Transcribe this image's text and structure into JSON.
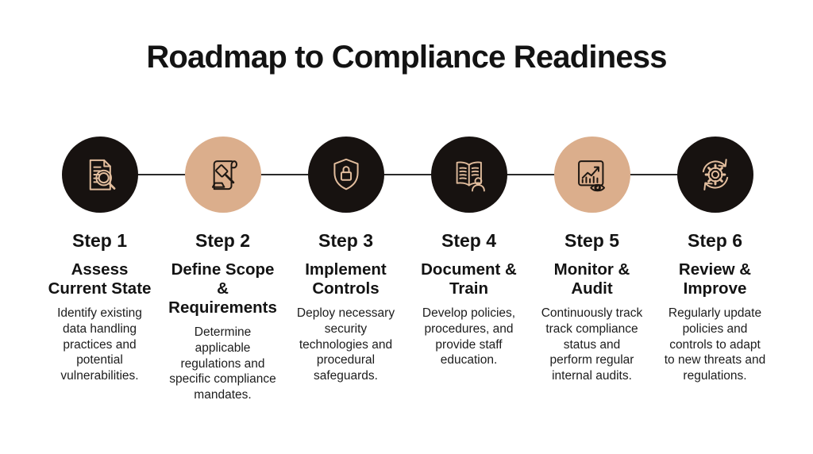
{
  "title": "Roadmap to Compliance Readiness",
  "colors": {
    "background": "#ffffff",
    "circle_dark": "#171210",
    "circle_tan": "#dbae8c",
    "icon_on_dark": "#e2bd9d",
    "icon_on_tan": "#1d1712",
    "text": "#131313",
    "connector": "#2a2a2a"
  },
  "steps": [
    {
      "label": "Step 1",
      "title": "Assess\nCurrent State",
      "description": "Identify existing\ndata handling\npractices and\npotential\nvulnerabilities.",
      "circle_style": "black",
      "icon": "document-search-icon"
    },
    {
      "label": "Step 2",
      "title": "Define Scope\n&\nRequirements",
      "description": "Determine\napplicable\nregulations and\nspecific compliance\nmandates.",
      "circle_style": "tan",
      "icon": "gavel-scroll-icon"
    },
    {
      "label": "Step 3",
      "title": "Implement\nControls",
      "description": "Deploy necessary\nsecurity\ntechnologies and\nprocedural\nsafeguards.",
      "circle_style": "black",
      "icon": "shield-lock-icon"
    },
    {
      "label": "Step 4",
      "title": "Document &\nTrain",
      "description": "Develop policies,\nprocedures, and\nprovide staff\neducation.",
      "circle_style": "black",
      "icon": "book-person-icon"
    },
    {
      "label": "Step 5",
      "title": "Monitor &\nAudit",
      "description": "Continuously track\ntrack compliance\nstatus and\nperform regular\ninternal audits.",
      "circle_style": "tan",
      "icon": "chart-eye-icon"
    },
    {
      "label": "Step 6",
      "title": "Review &\nImprove",
      "description": "Regularly update\npolicies and\ncontrols to adapt\nto new threats and\nregulations.",
      "circle_style": "black",
      "icon": "gear-cycle-icon"
    }
  ]
}
